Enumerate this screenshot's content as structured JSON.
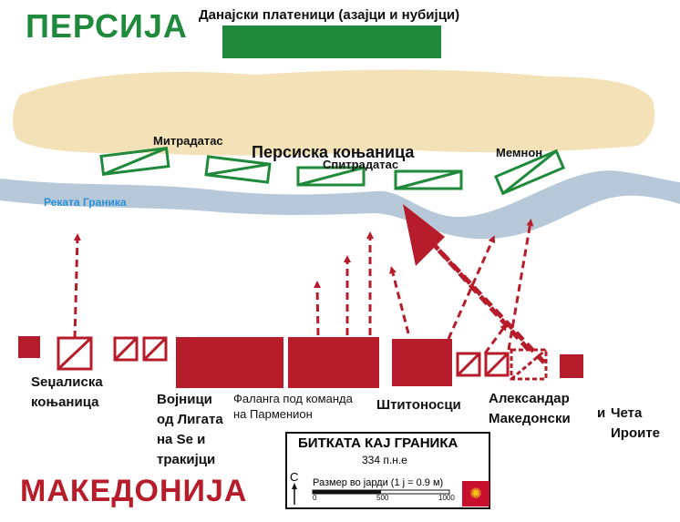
{
  "title_persia": "ПЕРСИЈА",
  "title_macedonia": "МАКЕДОНИЈА",
  "river_name": "Реката Граника",
  "persian_labels": {
    "mercenaries": "Данајски платеници (азајци и нубијци)",
    "mithridates": "Митрадатас",
    "cavalry": "Персиска коњаница",
    "spithridates": "Спитрадатас",
    "memnon": "Мемнон"
  },
  "macedonian_labels": {
    "thessalian_1": "Ѕеџалиска",
    "thessalian_2": "коњаница",
    "allies_1": "Војници",
    "allies_2": "од Лигата",
    "allies_3": "на Ѕе  и",
    "allies_4": "тракијци",
    "phalanx_1": "Фаланга под команда",
    "phalanx_2": "на Парменион",
    "hypaspists": "Штитоносци",
    "alexander_1": "Александар",
    "alexander_2": "Македонски",
    "alexander_3": "и",
    "companions_1": "Чета",
    "companions_2": "Ироите"
  },
  "legend": {
    "title": "БИТКАТА КАЈ ГРАНИКА",
    "year": "334 п.н.е",
    "scale_label": "Размер во јарди (1 ј = 0.9 м)",
    "ticks": [
      "0",
      "500",
      "1000"
    ],
    "north": "С",
    "flag_symbol": "sun-emblem"
  },
  "colors": {
    "persian": "#1f8a3b",
    "macedonian": "#b71c2a",
    "river": "#b7c9d9",
    "sand": "#f3e2b7"
  }
}
